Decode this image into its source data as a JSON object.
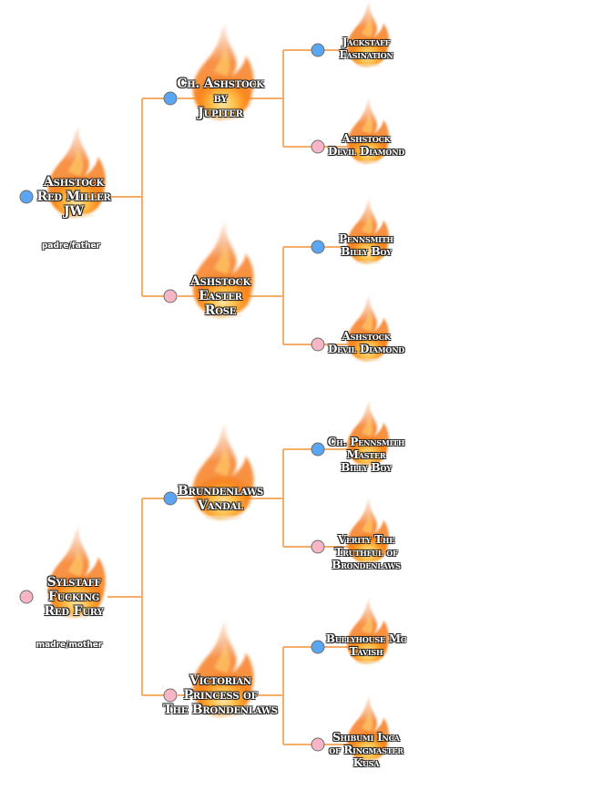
{
  "colors": {
    "line": "#f6ad6a",
    "male_dot": "#5aa6f2",
    "female_dot": "#f7b6c6",
    "dot_border": "#6d6d6d"
  },
  "sire": {
    "role_label": "padre/father",
    "name_lines": [
      "Ashstock",
      "Red Miller",
      "JW"
    ],
    "sex": "male",
    "sire": {
      "name_lines": [
        "Ch. Ashstock",
        "by",
        "Jupiter"
      ],
      "sex": "male",
      "sire": {
        "name_lines": [
          "Jackstaff",
          "Fasination"
        ],
        "sex": "male"
      },
      "dam": {
        "name_lines": [
          "Ashstock",
          "Devil Diamond"
        ],
        "sex": "female"
      }
    },
    "dam": {
      "name_lines": [
        "Ashstock",
        "Easter",
        "Rose"
      ],
      "sex": "female",
      "sire": {
        "name_lines": [
          "Pennsmith",
          "Billy Boy"
        ],
        "sex": "male"
      },
      "dam": {
        "name_lines": [
          "Ashstock",
          "Devil Diamond"
        ],
        "sex": "female"
      }
    }
  },
  "dam": {
    "role_label": "madre/mother",
    "name_lines": [
      "Sylstaff",
      "Fucking",
      "Red Fury"
    ],
    "sex": "female",
    "sire": {
      "name_lines": [
        "Brundenlaws",
        "Vandal"
      ],
      "sex": "male",
      "sire": {
        "name_lines": [
          "Ch. Pennsmith",
          "Master",
          "Billy Boy"
        ],
        "sex": "male"
      },
      "dam": {
        "name_lines": [
          "Verity The",
          "Truthful of",
          "Brondenlaws"
        ],
        "sex": "female"
      }
    },
    "dam": {
      "name_lines": [
        "Victorian",
        "Princess of",
        "The Brondenlaws"
      ],
      "sex": "female",
      "sire": {
        "name_lines": [
          "Bullyhouse Mc",
          "Tavish"
        ],
        "sex": "male"
      },
      "dam": {
        "name_lines": [
          "Shibumi Inca",
          "of Ringmaster",
          "Kusa"
        ],
        "sex": "female"
      }
    }
  }
}
